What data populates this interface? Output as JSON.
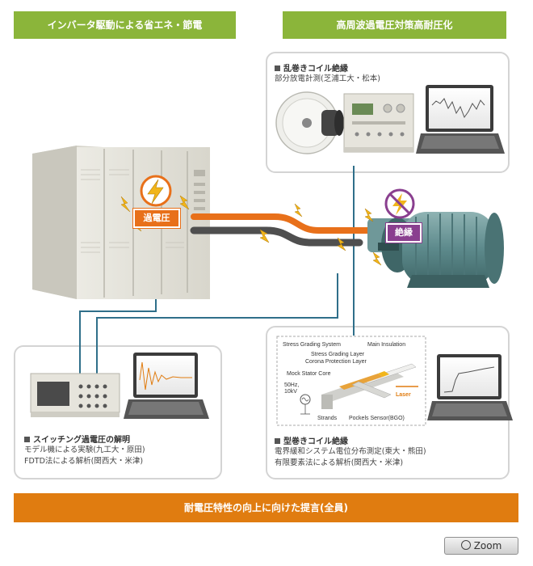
{
  "header": {
    "left_title": "インバータ駆動による省エネ・節電",
    "right_title": "高周波過電圧対策高耐圧化"
  },
  "labels": {
    "overvoltage": "過電圧",
    "insulation": "絶縁"
  },
  "panel_random": {
    "title": "乱巻きコイル絶縁",
    "line1": "部分放電計測(芝浦工大・松本)"
  },
  "panel_switching": {
    "title": "スイッチング過電圧の解明",
    "line1": "モデル機による実験(九工大・原田)",
    "line2": "FDTD法による解析(関西大・米津)"
  },
  "panel_form": {
    "title": "型巻きコイル絶縁",
    "line1": "電界緩和システム電位分布測定(東大・熊田)",
    "line2": "有限要素法による解析(関西大・米津)"
  },
  "diagram": {
    "stress_grading_system": "Stress Grading System",
    "main_insulation": "Main Insulation",
    "stress_grading_layer": "Stress Grading Layer",
    "corona_protection_layer": "Corona Protection Layer",
    "mock_stator_core": "Mock Stator Core",
    "freq": "50Hz,",
    "voltage": "10kV",
    "laser": "Laser",
    "strands": "Strands",
    "pockels_sensor": "Pockels Sensor(BGO)"
  },
  "footer": {
    "proposal": "耐電圧特性の向上に向けた提言(全員)"
  },
  "zoom": {
    "label": "Zoom"
  },
  "colors": {
    "header_green": "#8bb53a",
    "footer_orange": "#e07c10",
    "overvoltage_orange": "#e8701a",
    "insulation_purple": "#8a3f8f",
    "cable_teal": "#2f6f8a",
    "motor_teal": "#5d8a8c"
  }
}
